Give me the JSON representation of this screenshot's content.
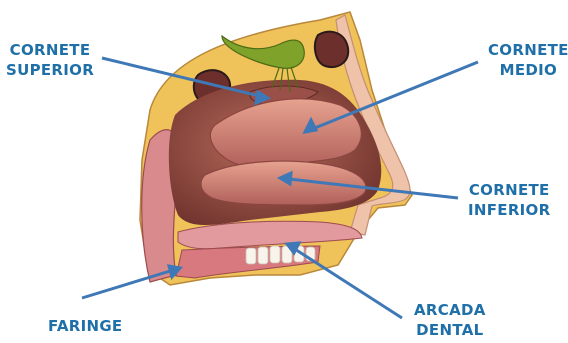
{
  "colors": {
    "label_text": "#1f6fa8",
    "arrow": "#3f78b6",
    "tissue_pink": "#c96a6e",
    "tissue_dark": "#7a3b36",
    "bone_yellow": "#f0c35a",
    "skin": "#efc3aa",
    "gland_green": "#7fa32a"
  },
  "labels": {
    "cornete_superior": {
      "line1": "CORNETE",
      "line2": "SUPERIOR"
    },
    "cornete_medio": {
      "line1": "CORNETE",
      "line2": "MEDIO"
    },
    "cornete_inferior": {
      "line1": "CORNETE",
      "line2": "INFERIOR"
    },
    "arcada_dental": {
      "line1": "ARCADA",
      "line2": "DENTAL"
    },
    "faringe": {
      "line1": "FARINGE"
    }
  }
}
